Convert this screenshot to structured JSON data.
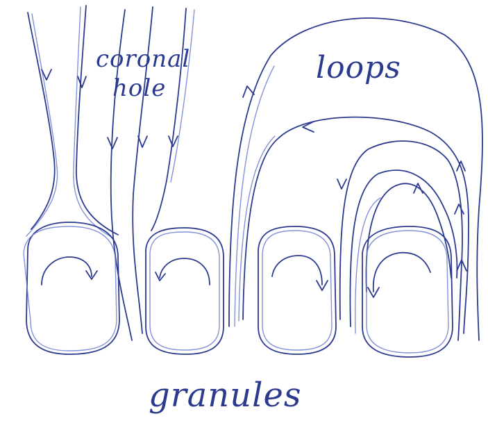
{
  "labels": {
    "coronal": "coronal",
    "hole": "hole",
    "loops": "loops",
    "granules": "granules"
  },
  "colors": {
    "ink": "#2b3a8f",
    "ink_light": "#6f7fd0",
    "paper": "#ffffff"
  }
}
